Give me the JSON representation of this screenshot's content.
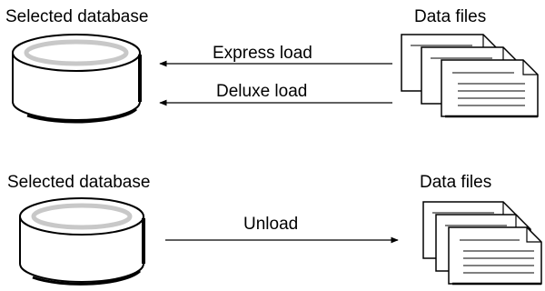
{
  "load_section": {
    "database_label": "Selected database",
    "files_label": "Data files",
    "arrows": [
      {
        "label": "Express load"
      },
      {
        "label": "Deluxe load"
      }
    ]
  },
  "unload_section": {
    "database_label": "Selected database",
    "files_label": "Data files",
    "arrow": {
      "label": "Unload"
    }
  },
  "icons": {
    "database": "database-cylinder-icon",
    "files": "stacked-documents-icon"
  }
}
